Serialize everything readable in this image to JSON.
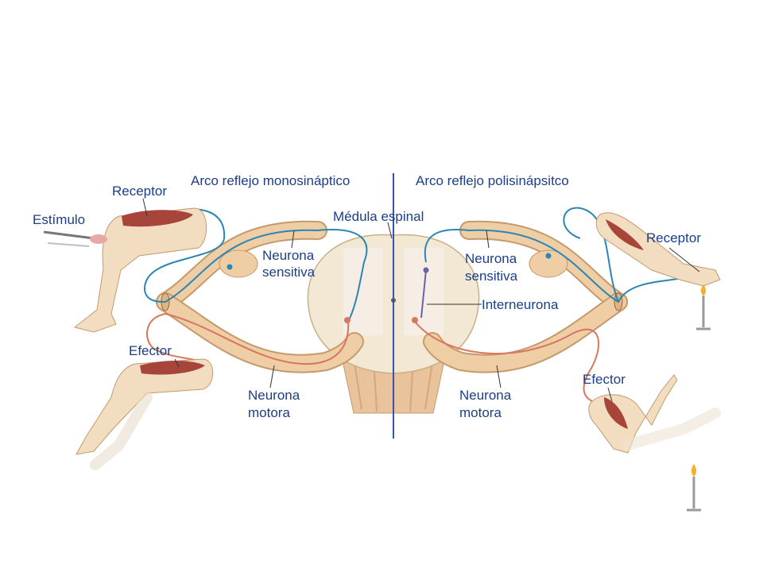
{
  "colors": {
    "label": "#1c3f86",
    "divider": "#3553b0",
    "sensory_nerve": "#2b86b4",
    "motor_nerve": "#d8765e",
    "tract": "#efcea5",
    "tract_outline": "#c49a6c",
    "muscle": "#a7453a",
    "skin": "#f2ddc1"
  },
  "titles": {
    "left": "Arco reflejo monosináptico",
    "right": "Arco reflejo polisinápsitco"
  },
  "labels": {
    "receptor_left": "Receptor",
    "stimulus": "Estímulo",
    "effector_left": "Efector",
    "spinal_cord": "Médula espinal",
    "sensory_left": [
      "Neurona",
      "sensitiva"
    ],
    "motor_left": [
      "Neurona",
      "motora"
    ],
    "sensory_right": [
      "Neurona",
      "sensitiva"
    ],
    "interneuron": "Interneurona",
    "motor_right": [
      "Neurona",
      "motora"
    ],
    "receptor_right": "Receptor",
    "effector_right": "Efector"
  }
}
